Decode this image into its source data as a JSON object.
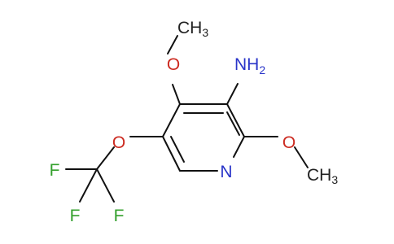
{
  "colors": {
    "bond": "#111111",
    "carbon_label": "#222222",
    "oxygen": "#cc2a20",
    "nitrogen": "#2a35c9",
    "fluorine": "#33a02c",
    "background": "#ffffff"
  },
  "molecule": {
    "labels": {
      "methyl_top": {
        "main": "CH",
        "sub": "3"
      },
      "methoxy_top_oxygen": "O",
      "amine": {
        "main": "NH",
        "sub": "2"
      },
      "methoxy_right_oxygen": "O",
      "methyl_right": {
        "main": "CH",
        "sub": "3"
      },
      "ring_nitrogen": "N",
      "ether_oxygen": "O",
      "fluorine_1": "F",
      "fluorine_2": "F",
      "fluorine_3": "F"
    }
  }
}
